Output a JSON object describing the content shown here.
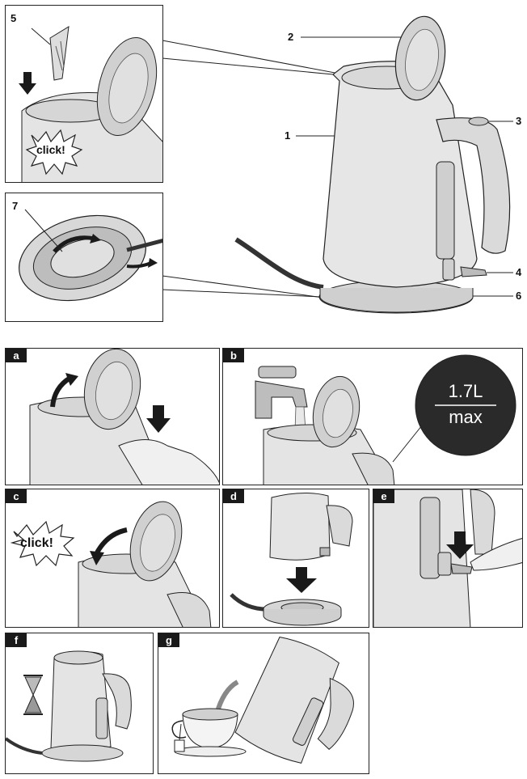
{
  "callouts": {
    "c1": "1",
    "c2": "2",
    "c3": "3",
    "c4": "4",
    "c5": "5",
    "c6": "6",
    "c7": "7"
  },
  "steps": {
    "a": "a",
    "b": "b",
    "c": "c",
    "d": "d",
    "e": "e",
    "f": "f",
    "g": "g"
  },
  "labels": {
    "click_top": "click!",
    "click_c": "click!",
    "capacity_top": "1.7L",
    "capacity_bottom": "max"
  },
  "colors": {
    "outline": "#222222",
    "kettle_fill": "#e4e4e4",
    "kettle_shade": "#c8c8c8",
    "dark": "#1a1a1a",
    "label_circle": "#2a2a2a"
  }
}
